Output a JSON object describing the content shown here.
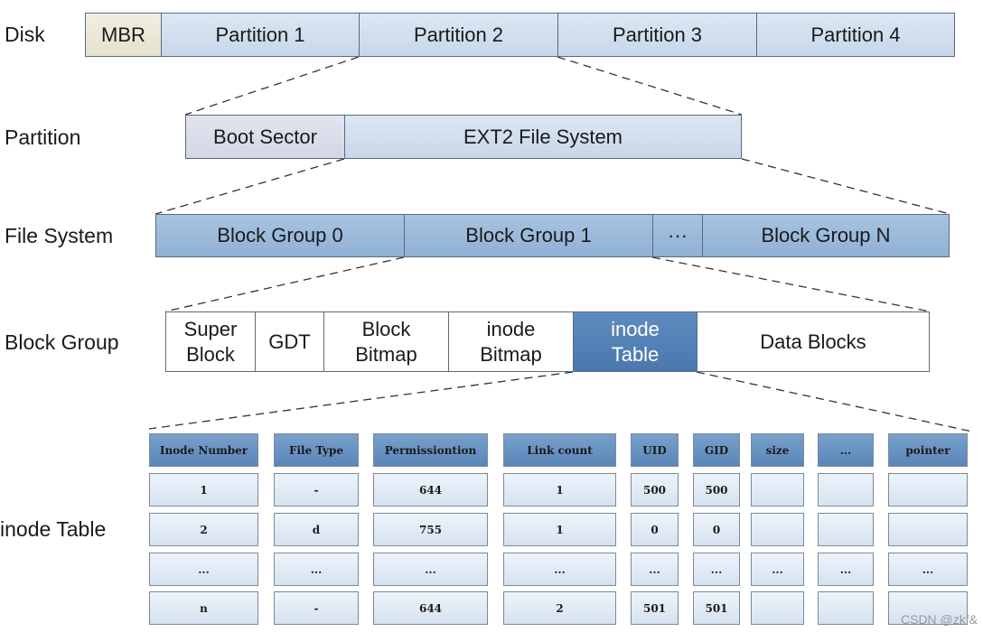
{
  "labels": {
    "disk": "Disk",
    "partition": "Partition",
    "file_system": "File System",
    "block_group": "Block Group",
    "inode_table": "inode Table"
  },
  "disk": {
    "mbr": "MBR",
    "partitions": [
      "Partition 1",
      "Partition 2",
      "Partition 3",
      "Partition 4"
    ]
  },
  "partition": {
    "boot_sector": "Boot Sector",
    "ext2": "EXT2 File System"
  },
  "file_system": {
    "groups": [
      "Block Group 0",
      "Block Group 1",
      "···",
      "Block Group N"
    ]
  },
  "block_group": {
    "super_block": [
      "Super",
      "Block"
    ],
    "gdt": "GDT",
    "block_bitmap": [
      "Block",
      "Bitmap"
    ],
    "inode_bitmap": [
      "inode",
      "Bitmap"
    ],
    "inode_table": [
      "inode",
      "Table"
    ],
    "data_blocks": "Data Blocks"
  },
  "inode_table": {
    "headers": [
      "Inode Number",
      "File Type",
      "Permissiontion",
      "Link count",
      "UID",
      "GID",
      "size",
      "...",
      "pointer"
    ],
    "rows": [
      [
        "1",
        "-",
        "644",
        "1",
        "500",
        "500",
        "",
        "",
        ""
      ],
      [
        "2",
        "d",
        "755",
        "1",
        "0",
        "0",
        "",
        "",
        ""
      ],
      [
        "...",
        "...",
        "...",
        "...",
        "...",
        "...",
        "...",
        "...",
        "..."
      ],
      [
        "n",
        "-",
        "644",
        "2",
        "501",
        "501",
        "",
        "",
        ""
      ]
    ]
  },
  "watermark": "CSDN @zkf&"
}
